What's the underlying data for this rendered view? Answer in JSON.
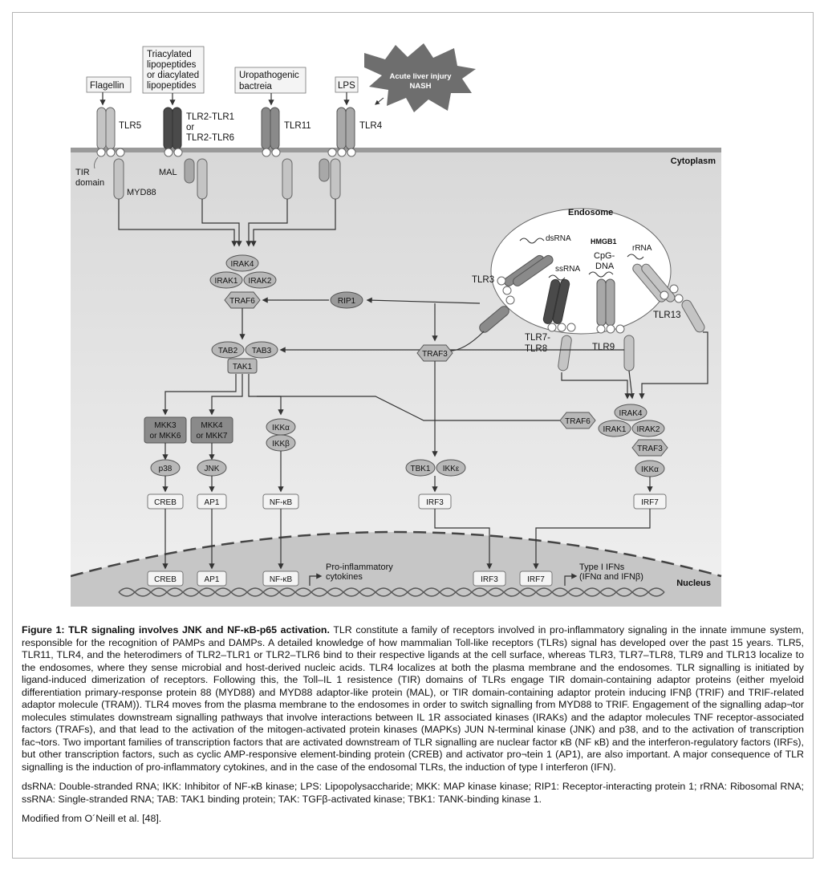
{
  "diagram": {
    "ligands": {
      "flagellin": "Flagellin",
      "lipo_1": "Triacylated",
      "lipo_2": "lipopeptides",
      "lipo_3": "or diacylated",
      "lipo_4": "lipopeptides",
      "uro_1": "Uropathogenic",
      "uro_2": "bactreia",
      "lps": "LPS",
      "injury_1": "Acute liver injury",
      "injury_2": "NASH"
    },
    "receptors": {
      "tlr5": "TLR5",
      "tlr2_1": "TLR2-TLR1",
      "tlr2_or": "or",
      "tlr2_6": "TLR2-TLR6",
      "tlr11": "TLR11",
      "tlr4": "TLR4",
      "tlr3": "TLR3",
      "tlr78_1": "TLR7-",
      "tlr78_2": "TLR8",
      "tlr9": "TLR9",
      "tlr13": "TLR13"
    },
    "compartments": {
      "cytoplasm": "Cytoplasm",
      "endosome": "Endosome",
      "nucleus": "Nucleus"
    },
    "adaptors": {
      "tir_1": "TIR",
      "tir_2": "domain",
      "myd88": "MYD88",
      "mal": "MAL"
    },
    "nucleic": {
      "dsrna": "dsRNA",
      "ssrna": "ssRNA",
      "hmgb1": "HMGB1",
      "cpg_1": "CpG-",
      "cpg_2": "DNA",
      "rrna": "rRNA"
    },
    "nodes": {
      "irak4": "IRAK4",
      "irak1": "IRAK1",
      "irak2": "IRAK2",
      "traf6": "TRAF6",
      "rip1": "RIP1",
      "tab2": "TAB2",
      "tab3": "TAB3",
      "tak1": "TAK1",
      "traf3": "TRAF3",
      "mkk3_1": "MKK3",
      "mkk3_2": "or MKK6",
      "mkk4_1": "MKK4",
      "mkk4_2": "or MKK7",
      "ikka": "IKKα",
      "ikkb": "IKKβ",
      "p38": "p38",
      "jnk": "JNK",
      "nfkb": "NF-κB",
      "creb": "CREB",
      "ap1": "AP1",
      "tbk1": "TBK1",
      "ikke": "IKKε",
      "irf3": "IRF3",
      "irf7": "IRF7",
      "traf6_r": "TRAF6",
      "irak4_r": "IRAK4",
      "irak1_r": "IRAK1",
      "irak2_r": "IRAK2",
      "traf3_r": "TRAF3",
      "ikka_r": "IKKα"
    },
    "nucleus": {
      "creb": "CREB",
      "ap1": "AP1",
      "nfkb": "NF-κB",
      "irf3": "IRF3",
      "irf7": "IRF7",
      "pro_1": "Pro-inflammatory",
      "pro_2": "cytokines",
      "type_1": "Type I IFNs",
      "type_2": "(IFNα and IFNβ)"
    }
  },
  "caption": {
    "title": "Figure 1: TLR signaling involves JNK and NF-κB-p65 activation.",
    "body": " TLR constitute a family of receptors involved in pro-inflammatory signaling in the innate immune system, responsible for the recognition of PAMPs and DAMPs.  A detailed knowledge of how mammalian Toll-like receptors (TLRs) signal has developed over the past 15 years. TLR5, TLR11, TLR4, and the heterodimers of TLR2–TLR1 or TLR2–TLR6 bind to their respective ligands at the cell surface, whereas TLR3, TLR7–TLR8, TLR9 and TLR13 localize to the endosomes, where they sense microbial and host-derived nucleic acids. TLR4 localizes at both the plasma membrane and the endosomes. TLR signalling is initiated by ligand-induced dimerization of receptors. Following this, the Toll–IL 1 resistence (TIR) domains of TLRs engage TIR domain-containing adaptor proteins (either myeloid differentiation primary-response protein 88 (MYD88) and MYD88 adaptor-like protein (MAL), or TIR domain-containing adaptor protein inducing IFNβ (TRIF) and TRIF-related adaptor molecule (TRAM)). TLR4 moves from the plasma membrane to the endosomes in order to switch signalling from MYD88 to TRIF. Engagement of the signalling adap¬tor molecules stimulates downstream signalling pathways that involve interactions between IL 1R associated kinases (IRAKs) and the adaptor molecules TNF receptor-associated factors (TRAFs), and that lead to the activation of the mitogen-activated protein kinases (MAPKs) JUN N-terminal kinase (JNK) and p38, and to the activation of transcription fac¬tors. Two important families of transcription factors that are activated downstream of TLR signalling are nuclear factor κB (NF κB) and the interferon-regulatory factors (IRFs), but other transcription factors, such as cyclic AMP-responsive element-binding protein (CREB) and activator pro¬tein 1 (AP1), are also important. A major consequence of TLR signalling is the induction of pro-inflammatory cytokines, and in the case of the endosomal TLRs, the induction of type I interferon (IFN).",
    "abbreviations": "dsRNA: Double-stranded RNA; IKK: Inhibitor of NF-κB kinase; LPS: Lipopolysaccharide; MKK: MAP kinase kinase; RIP1: Receptor-interacting protein 1; rRNA: Ribosomal RNA; ssRNA: Single-stranded RNA; TAB: TAK1 binding protein; TAK: TGFβ-activated kinase; TBK1: TANK-binding kinase 1.",
    "source": "Modified from O´Neill et al. [48]."
  },
  "colors": {
    "receptor_light": "#c4c4c4",
    "receptor_dark": "#4a4a4a",
    "receptor_mid": "#8a8a8a",
    "cytoplasm_bg": "#e6e6e6",
    "nucleus_bg": "#c6c6c6",
    "node_fill": "#b8b8b8",
    "arrow": "#333333"
  }
}
